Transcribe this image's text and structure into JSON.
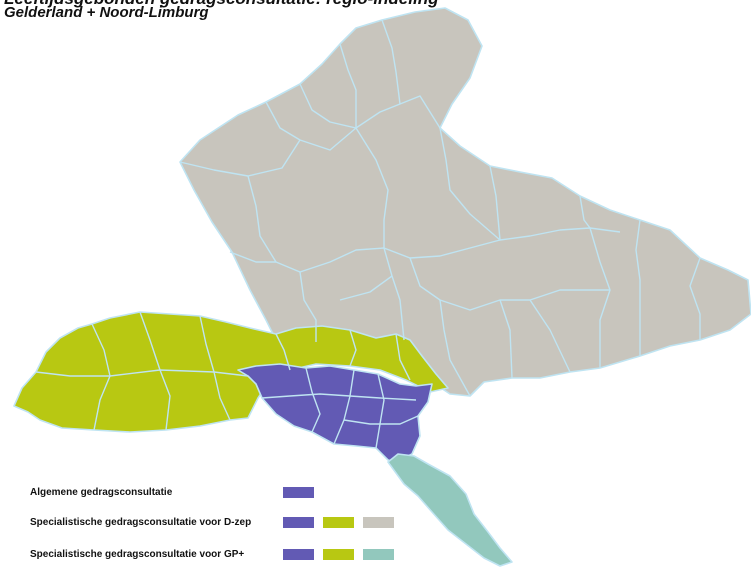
{
  "header": {
    "title": "Leeftijdsgebonden gedragsconsultatie: regio-indeling",
    "subtitle": "Gelderland + Noord-Limburg"
  },
  "colors": {
    "general": "#625ab4",
    "regional_a": "#b8c812",
    "regional_b": "#c8c5bd",
    "regional_c": "#92c8bd",
    "region_border": "#bfe4f2"
  },
  "legend": [
    {
      "label": "Algemene gedragsconsultatie",
      "swatches": [
        "general"
      ]
    },
    {
      "label": "Specialistische gedragsconsultatie voor D-zep",
      "swatches": [
        "general",
        "regional_a",
        "regional_b"
      ]
    },
    {
      "label": "Specialistische gedragsconsultatie voor GP+",
      "swatches": [
        "general",
        "regional_a",
        "regional_c"
      ]
    }
  ]
}
